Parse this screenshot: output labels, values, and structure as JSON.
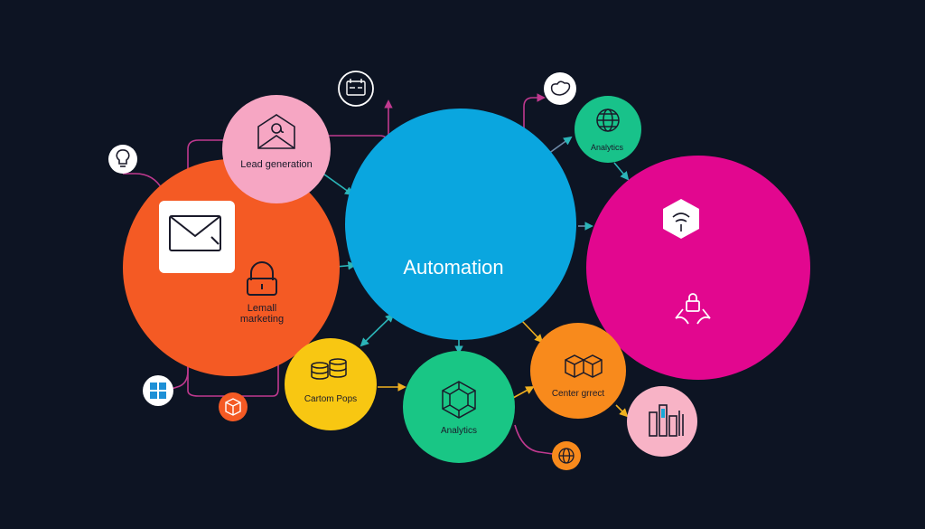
{
  "diagram": {
    "colors": {
      "background": "#0d1423",
      "automation": "#0aa6df",
      "email_marketing": "#f45a24",
      "lead_generation": "#f6a6c3",
      "magenta": "#e2078f",
      "analytics_small": "#18c28a",
      "custom_pops": "#f8c712",
      "analytics_bottom": "#19c685",
      "center_greet": "#f88a1c",
      "pink_bottom": "#f8b3c6",
      "connector": "#c0398f",
      "arrow_teal": "#2bb5b8"
    },
    "nodes": {
      "automation": {
        "label": "Automation"
      },
      "lead_generation": {
        "label": "Lead generation"
      },
      "email_marketing": {
        "label_line1": "Lemall",
        "label_line2": "marketing"
      },
      "analytics_top": {
        "label": "Analytics"
      },
      "custom_pops": {
        "label": "Cartom Pops"
      },
      "analytics_bottom": {
        "label": "Analytics"
      },
      "center_greet": {
        "label": "Center grrect"
      },
      "magenta": {
        "label": ""
      }
    },
    "icons": {
      "at_envelope": "at-envelope-icon",
      "envelope": "envelope-icon",
      "lock": "padlock-icon",
      "lightbulb": "lightbulb-icon",
      "calendar": "calendar-icon",
      "heart": "heart-cloud-icon",
      "globe": "globe-icon",
      "shield": "shield-hexagon-icon",
      "hands_lock": "hands-lock-icon",
      "windows": "windows-icon",
      "box": "box-icon",
      "coins": "coins-icon",
      "network": "network-hex-icon",
      "cubes": "cubes-icon",
      "chart": "bar-chart-icon",
      "globe_small": "globe-small-icon"
    }
  }
}
